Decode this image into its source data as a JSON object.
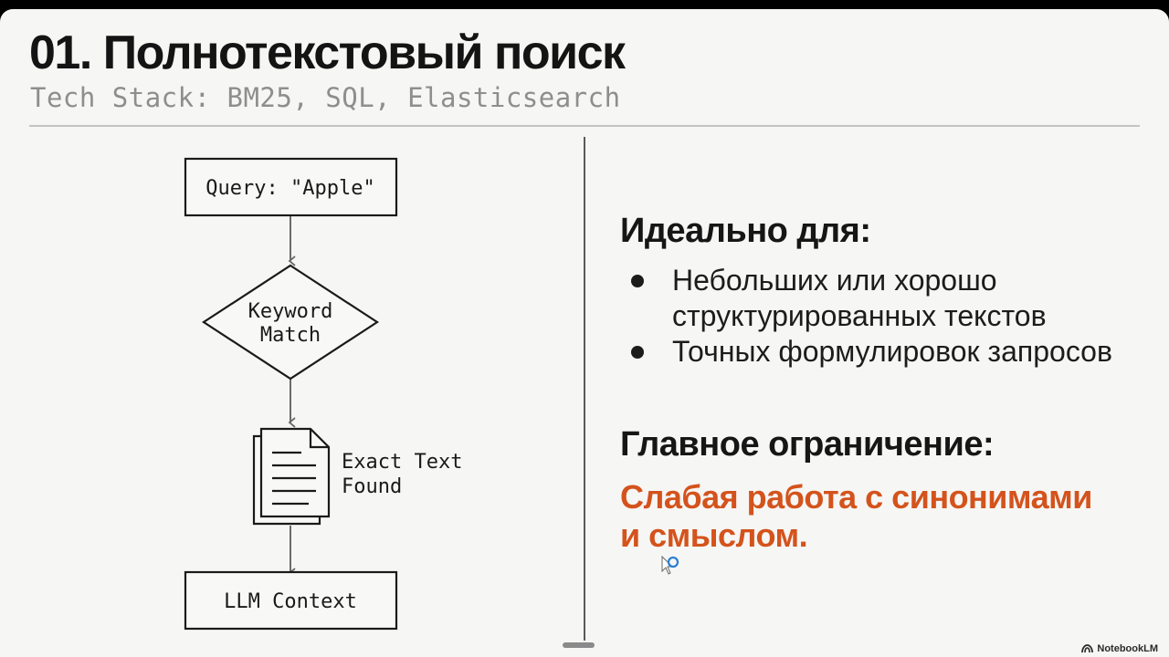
{
  "slide": {
    "title": "01. Полнотекстовый поиск",
    "subtitle": "Tech Stack: BM25, SQL, Elasticsearch"
  },
  "flowchart": {
    "query_label": "Query: \"Apple\"",
    "decision_line1": "Keyword",
    "decision_line2": "Match",
    "document_line1": "Exact Text",
    "document_line2": "Found",
    "output_label": "LLM Context"
  },
  "right_panel": {
    "ideal_heading": "Идеально для:",
    "bullets": [
      "Небольших или хорошо структурированных текстов",
      "Точных формулировок запросов"
    ],
    "limitation_heading": "Главное ограничение:",
    "limitation_text": "Слабая работа с синонимами и смыслом.",
    "accent_color": "#d4531c"
  },
  "brand": {
    "label": "NotebookLM",
    "icon": "notebooklm-logo-icon"
  }
}
